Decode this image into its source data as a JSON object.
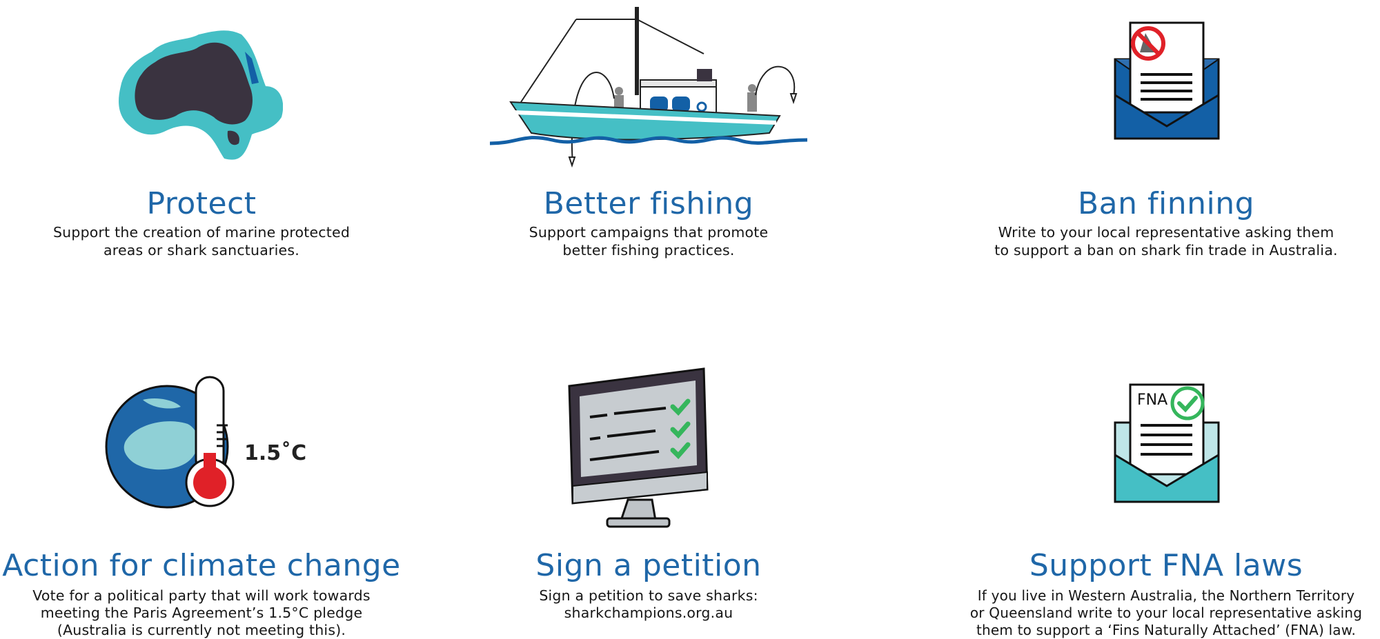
{
  "items": [
    {
      "title": "Protect",
      "desc": "Support the creation of marine protected\nareas or shark sanctuaries.",
      "icon": "australia-map-icon"
    },
    {
      "title": "Better fishing",
      "desc": "Support campaigns that promote\nbetter fishing practices.",
      "icon": "fishing-boat-icon"
    },
    {
      "title": "Ban finning",
      "desc": "Write to your local representative asking them\nto support a ban on shark fin trade in Australia.",
      "icon": "letter-no-fin-icon"
    },
    {
      "title": "Action for climate change",
      "desc": "Vote for a political party that will work towards\nmeeting the Paris Agreement’s 1.5°C pledge\n(Australia is currently not meeting this).",
      "icon": "globe-thermometer-icon",
      "temp_label": "1.5˚C"
    },
    {
      "title": "Sign a petition",
      "desc": "Sign a petition to save sharks:\nsharkchampions.org.au",
      "icon": "monitor-checklist-icon"
    },
    {
      "title": "Support FNA laws",
      "desc": "If you live in Western Australia, the Northern Territory\nor Queensland write to your local representative asking\nthem to support a ‘Fins Naturally Attached’ (FNA) law.",
      "icon": "letter-fna-check-icon",
      "letter_label": "FNA"
    }
  ],
  "colors": {
    "title": "#1f67a8",
    "teal": "#45bfc5",
    "navy": "#1360a6",
    "dark": "#3a3340",
    "red": "#e02128",
    "green": "#35b65c"
  }
}
